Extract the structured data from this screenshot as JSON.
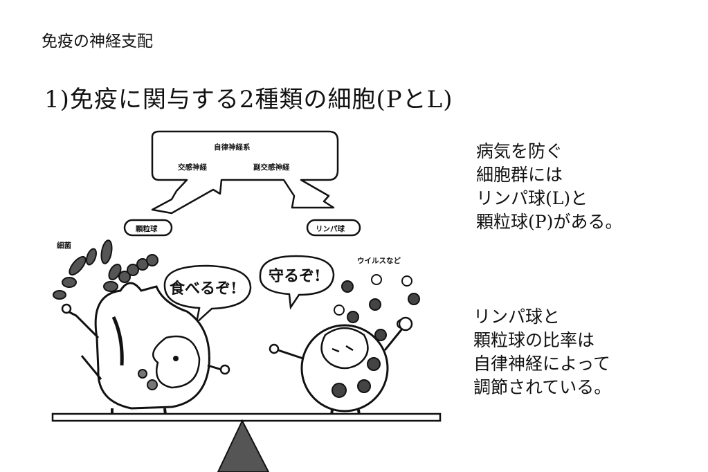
{
  "slide": {
    "subtitle": "免疫の神経支配",
    "heading": "1)免疫に関与する2種類の細胞(PとL)",
    "note1": [
      "病気を防ぐ",
      "細胞群には",
      "リンパ球(L)と",
      "顆粒球(P)がある。"
    ],
    "note2": [
      "リンパ球と",
      "顆粒球の比率は",
      "自律神経によって",
      "調節されている。"
    ]
  },
  "illustration": {
    "box_title": "自律神経系",
    "left_branch": "交感神経",
    "right_branch": "副交感神経",
    "left_cell_label": "顆粒球",
    "right_cell_label": "リンパ球",
    "bacteria_label": "細菌",
    "virus_label": "ウイルスなど",
    "left_speech": "食べるぞ!",
    "right_speech": "守るぞ!"
  }
}
